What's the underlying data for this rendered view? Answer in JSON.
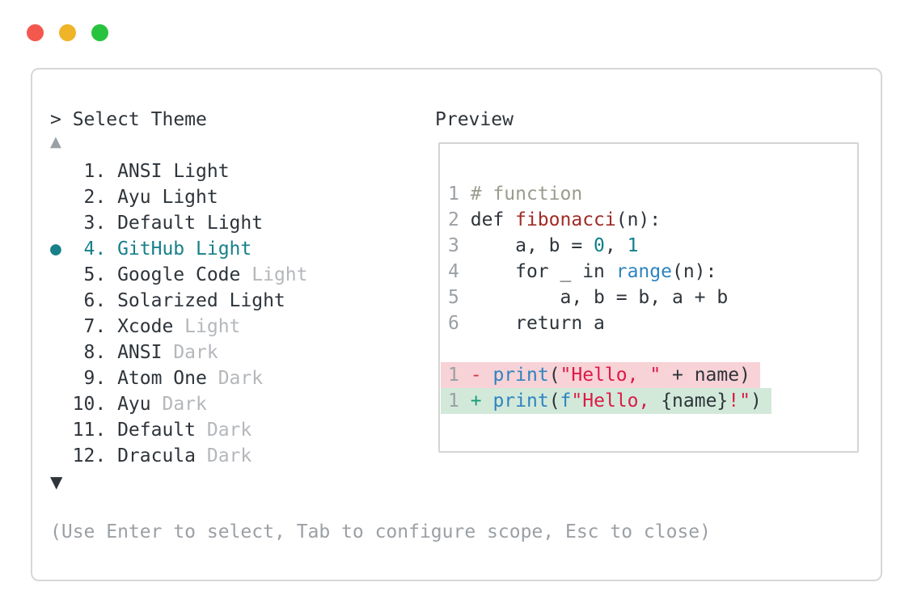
{
  "window_controls": {
    "close_color": "#f4574d",
    "minimize_color": "#f0b429",
    "zoom_color": "#28c33e"
  },
  "colors": {
    "text": "#2e343a",
    "muted_variant": "#b4b7bb",
    "gray": "#9ba0a5",
    "selection_accent": "#17808a",
    "comment": "#9a9c8e",
    "function_name": "#a12b26",
    "number_literal": "#107f8a",
    "builtin": "#2e84bf",
    "string": "#dc1a47",
    "diff_del_fg": "#d63649",
    "diff_ins_fg": "#1a9c7b",
    "diff_del_bg": "#f7d2d6",
    "diff_ins_bg": "#d2e9da",
    "border": "#d7d7d7"
  },
  "picker": {
    "prompt": "> Select Theme",
    "scroll_up": "▲",
    "scroll_down": "▼",
    "selected_marker": "●",
    "items": [
      {
        "number": "1.",
        "name": "ANSI",
        "variant": "Light",
        "muted_variant": false,
        "selected": false
      },
      {
        "number": "2.",
        "name": "Ayu",
        "variant": "Light",
        "muted_variant": false,
        "selected": false
      },
      {
        "number": "3.",
        "name": "Default",
        "variant": "Light",
        "muted_variant": false,
        "selected": false
      },
      {
        "number": "4.",
        "name": "GitHub",
        "variant": "Light",
        "muted_variant": false,
        "selected": true
      },
      {
        "number": "5.",
        "name": "Google Code",
        "variant": "Light",
        "muted_variant": true,
        "selected": false
      },
      {
        "number": "6.",
        "name": "Solarized",
        "variant": "Light",
        "muted_variant": false,
        "selected": false
      },
      {
        "number": "7.",
        "name": "Xcode",
        "variant": "Light",
        "muted_variant": true,
        "selected": false
      },
      {
        "number": "8.",
        "name": "ANSI",
        "variant": "Dark",
        "muted_variant": true,
        "selected": false
      },
      {
        "number": "9.",
        "name": "Atom One",
        "variant": "Dark",
        "muted_variant": true,
        "selected": false
      },
      {
        "number": "10.",
        "name": "Ayu",
        "variant": "Dark",
        "muted_variant": true,
        "selected": false
      },
      {
        "number": "11.",
        "name": "Default",
        "variant": "Dark",
        "muted_variant": true,
        "selected": false
      },
      {
        "number": "12.",
        "name": "Dracula",
        "variant": "Dark",
        "muted_variant": true,
        "selected": false
      }
    ],
    "help_text": "(Use Enter to select, Tab to configure scope, Esc to close)"
  },
  "preview": {
    "title": "Preview",
    "code_lines": [
      {
        "number": "1",
        "diff": null,
        "tokens": [
          {
            "text": "# function",
            "style": "comment"
          }
        ]
      },
      {
        "number": "2",
        "diff": null,
        "tokens": [
          {
            "text": "def ",
            "style": "plain"
          },
          {
            "text": "fibonacci",
            "style": "function"
          },
          {
            "text": "(n):",
            "style": "plain"
          }
        ]
      },
      {
        "number": "3",
        "diff": null,
        "tokens": [
          {
            "text": "    a, b = ",
            "style": "plain"
          },
          {
            "text": "0",
            "style": "number"
          },
          {
            "text": ", ",
            "style": "plain"
          },
          {
            "text": "1",
            "style": "number"
          }
        ]
      },
      {
        "number": "4",
        "diff": null,
        "tokens": [
          {
            "text": "    for _ in ",
            "style": "plain"
          },
          {
            "text": "range",
            "style": "builtin"
          },
          {
            "text": "(n):",
            "style": "plain"
          }
        ]
      },
      {
        "number": "5",
        "diff": null,
        "tokens": [
          {
            "text": "        a, b = b, a + b",
            "style": "plain"
          }
        ]
      },
      {
        "number": "6",
        "diff": null,
        "tokens": [
          {
            "text": "    return a",
            "style": "plain"
          }
        ]
      },
      {
        "number": "",
        "diff": null,
        "tokens": []
      },
      {
        "number": "1",
        "diff": "deletion",
        "tokens": [
          {
            "text": "-",
            "style": "diff_del"
          },
          {
            "text": " ",
            "style": "plain"
          },
          {
            "text": "print",
            "style": "builtin"
          },
          {
            "text": "(",
            "style": "plain"
          },
          {
            "text": "\"Hello, \"",
            "style": "string"
          },
          {
            "text": " + name)",
            "style": "plain"
          }
        ]
      },
      {
        "number": "1",
        "diff": "insertion",
        "tokens": [
          {
            "text": "+",
            "style": "diff_ins"
          },
          {
            "text": " ",
            "style": "plain"
          },
          {
            "text": "print",
            "style": "builtin"
          },
          {
            "text": "(",
            "style": "plain"
          },
          {
            "text": "f",
            "style": "builtin"
          },
          {
            "text": "\"Hello, ",
            "style": "string"
          },
          {
            "text": "{name}",
            "style": "plain"
          },
          {
            "text": "!\"",
            "style": "string"
          },
          {
            "text": ")",
            "style": "plain"
          }
        ]
      }
    ]
  }
}
